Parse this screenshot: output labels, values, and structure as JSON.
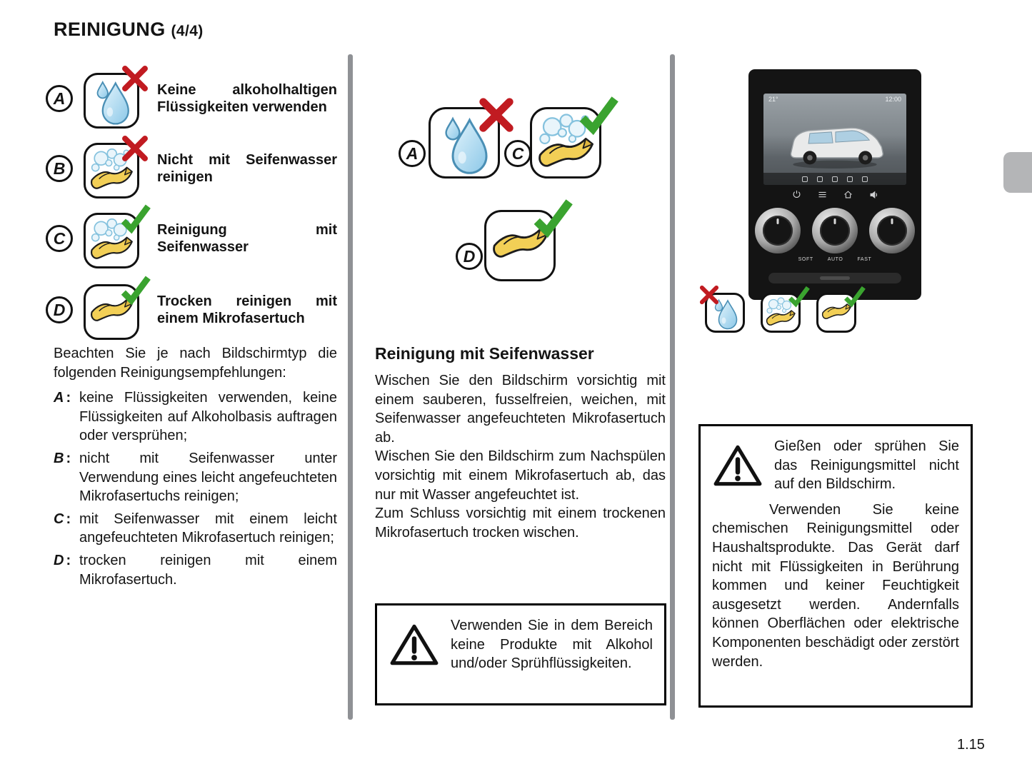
{
  "page": {
    "title": "REINIGUNG",
    "title_suffix": "(4/4)",
    "page_number": "1.15"
  },
  "punct": {
    "colon": ":"
  },
  "icons": {
    "droplet": "water-droplet",
    "soap_cloth": "soapy-cloth",
    "cloth": "microfiber-cloth",
    "forbidden_mark": "red-x",
    "allowed_mark": "green-check",
    "warning": "warning-triangle"
  },
  "colors": {
    "red_x": "#c11b21",
    "green_check": "#3aa32f",
    "cloth_yellow": "#f2cf56",
    "droplet_blue": "#8cc8e8"
  },
  "legend": {
    "items": [
      {
        "letter": "A",
        "label": "Keine alkoholhaltigen Flüssigkeiten verwenden"
      },
      {
        "letter": "B",
        "label": "Nicht mit Seifenwasser reinigen"
      },
      {
        "letter": "C",
        "label": "Reinigung mit Seifenwasser"
      },
      {
        "letter": "D",
        "label": "Trocken reinigen mit einem Mikrofasertuch"
      }
    ],
    "intro": "Beachten Sie je nach Bildschirmtyp die folgenden Reinigungsempfehlungen:",
    "recommendations": [
      {
        "letter": "A",
        "text": "keine Flüssigkeiten verwenden, keine Flüssigkeiten auf Alkoholbasis auftragen oder versprühen;"
      },
      {
        "letter": "B",
        "text": "nicht mit Seifenwasser unter Verwendung eines leicht angefeuchteten Mikrofasertuchs reinigen;"
      },
      {
        "letter": "C",
        "text": "mit Seifenwasser mit einem leicht angefeuchteten Mikrofasertuch reinigen;"
      },
      {
        "letter": "D",
        "text": "trocken reinigen mit einem Mikrofasertuch."
      }
    ]
  },
  "middle": {
    "figures": [
      {
        "letter": "A"
      },
      {
        "letter": "C"
      },
      {
        "letter": "D"
      }
    ],
    "heading": "Reinigung mit Seifenwasser",
    "paragraphs": [
      "Wischen Sie den Bildschirm vorsichtig mit einem sauberen, fusselfreien, weichen, mit Seifenwasser angefeuchteten Mikrofasertuch ab.",
      "Wischen Sie den Bildschirm zum Nachspülen vorsichtig mit einem Mikrofasertuch ab, das nur mit Wasser angefeuchtet ist.",
      "Zum Schluss vorsichtig mit einem trockenen Mikrofasertuch trocken wischen."
    ],
    "warning": "Verwenden Sie in dem Bereich keine Produkte mit Alkohol und/oder Sprühflüssigkeiten."
  },
  "device": {
    "temp": "21°",
    "time": "12:00",
    "knob_labels": [
      "SOFT",
      "AUTO",
      "FAST"
    ]
  },
  "right_warning": {
    "p1": "Gießen oder sprühen Sie das Reinigungsmittel nicht auf den Bildschirm.",
    "p2": "Verwenden Sie keine chemischen Reinigungsmittel oder Haushaltsprodukte. Das Gerät darf nicht mit Flüssigkeiten in Berührung kommen und keiner Feuchtigkeit ausgesetzt werden. Andernfalls können Oberflächen oder elektrische Komponenten beschädigt oder zerstört werden."
  }
}
